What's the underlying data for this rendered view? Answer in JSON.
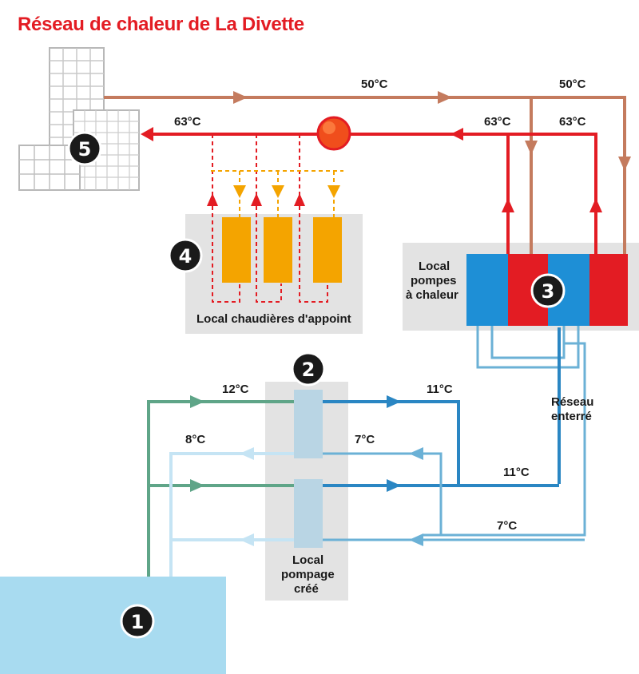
{
  "title": "Réseau de chaleur de La Divette",
  "labels": {
    "t50_a": "50°C",
    "t50_b": "50°C",
    "t63_a": "63°C",
    "t63_b": "63°C",
    "t63_c": "63°C",
    "t12": "12°C",
    "t11_a": "11°C",
    "t8": "8°C",
    "t7_a": "7°C",
    "t11_b": "11°C",
    "t7_b": "7°C",
    "reseau_1": "Réseau",
    "reseau_2": "enterré",
    "local_pac_1": "Local",
    "local_pac_2": "pompes",
    "local_pac_3": "à chaleur",
    "local_chaud": "Local chaudières d'appoint",
    "local_pomp_1": "Local",
    "local_pomp_2": "pompage",
    "local_pomp_3": "créé"
  },
  "markers": [
    "1",
    "2",
    "3",
    "4",
    "5"
  ],
  "colors": {
    "hot": "#e31c23",
    "return": "#c47b5e",
    "green": "#5fa588",
    "blue": "#2a86c3",
    "light_blue": "#6bb1d6",
    "very_light_blue": "#c5e4f4",
    "boiler": "#f4a400",
    "heat_pump_blue": "#1e8fd6",
    "lake": "#a8dbf0",
    "room": "#e3e3e3"
  }
}
